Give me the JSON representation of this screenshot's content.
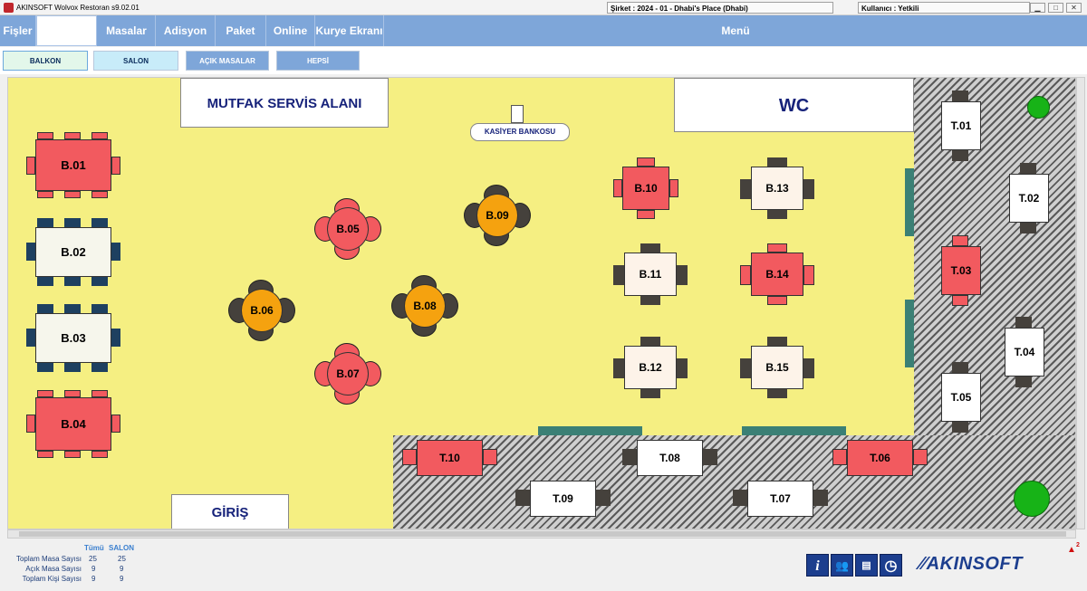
{
  "titlebar": {
    "app_title": "AKINSOFT Wolvox Restoran s9.02.01",
    "company": "Şirket : 2024 - 01 - Dhabi's Place (Dhabi)",
    "user": "Kullanıcı : Yetkili",
    "min": "▁",
    "max": "□",
    "close": "✕"
  },
  "menu": {
    "fisler": "Fişler",
    "masalar": "Masalar",
    "adisyon": "Adisyon",
    "paket": "Paket",
    "online": "Online",
    "kurye": "Kurye Ekranı",
    "menu_title": "Menü"
  },
  "tabs": {
    "balkon": "BALKON",
    "salon": "SALON",
    "acik": "AÇIK MASALAR",
    "hepsi": "HEPSİ"
  },
  "areas": {
    "mutfak": "MUTFAK SERVİS ALANI",
    "wc": "WC",
    "kasiyer": "KASİYER BANKOSU",
    "giris": "GİRİŞ"
  },
  "tables": {
    "b01": "B.01",
    "b02": "B.02",
    "b03": "B.03",
    "b04": "B.04",
    "b05": "B.05",
    "b06": "B.06",
    "b07": "B.07",
    "b08": "B.08",
    "b09": "B.09",
    "b10": "B.10",
    "b11": "B.11",
    "b12": "B.12",
    "b13": "B.13",
    "b14": "B.14",
    "b15": "B.15",
    "t01": "T.01",
    "t02": "T.02",
    "t03": "T.03",
    "t04": "T.04",
    "t05": "T.05",
    "t06": "T.06",
    "t07": "T.07",
    "t08": "T.08",
    "t09": "T.09",
    "t10": "T.10"
  },
  "stats": {
    "col_all": "Tümü",
    "col_salon": "SALON",
    "rows": [
      {
        "label": "Toplam Masa Sayısı",
        "all": "25",
        "salon": "25"
      },
      {
        "label": "Açık Masa Sayısı",
        "all": "9",
        "salon": "9"
      },
      {
        "label": "Toplam Kişi Sayısı",
        "all": "9",
        "salon": "9"
      }
    ]
  },
  "notification_count": "2",
  "brand": "AKINSOFT",
  "colors": {
    "menu_blue": "#7ea6d9",
    "floor_yellow": "#f5ef82",
    "table_red": "#f25a5f",
    "table_orange": "#f5a20f",
    "label_navy": "#16227a"
  }
}
